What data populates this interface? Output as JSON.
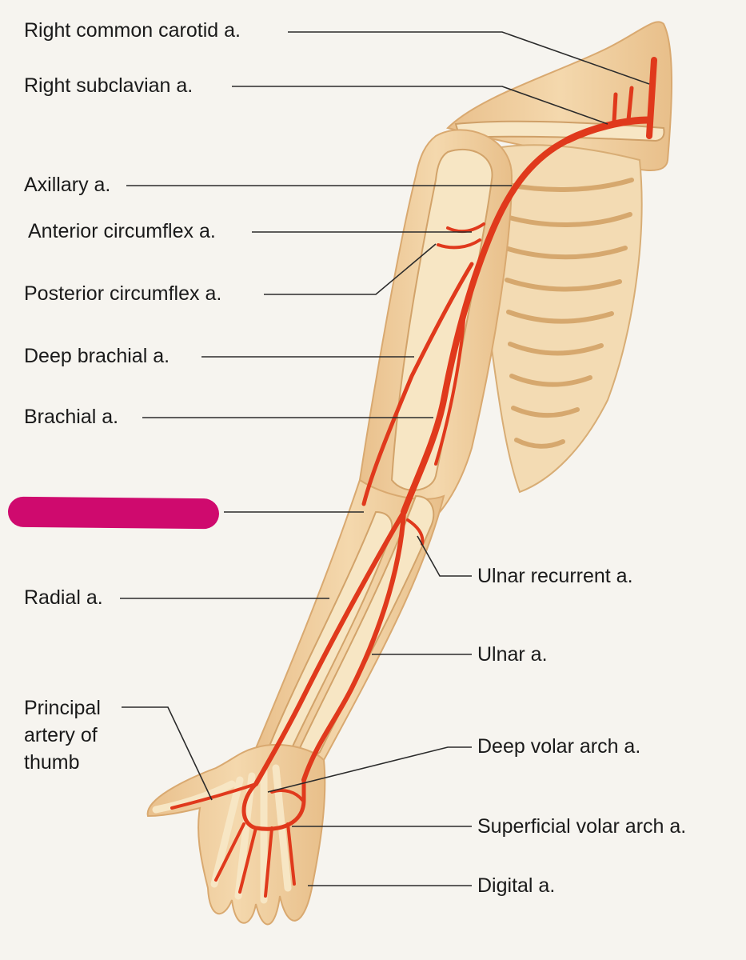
{
  "labels": {
    "right_common_carotid": "Right common carotid a.",
    "right_subclavian": "Right subclavian a.",
    "axillary": "Axillary a.",
    "anterior_circumflex": "Anterior circumflex a.",
    "posterior_circumflex": "Posterior circumflex a.",
    "deep_brachial": "Deep brachial a.",
    "brachial": "Brachial a.",
    "radial": "Radial a.",
    "principal_artery_of_thumb": "Principal artery of thumb",
    "ulnar_recurrent": "Ulnar recurrent a.",
    "ulnar": "Ulnar a.",
    "deep_volar_arch": "Deep volar arch a.",
    "superficial_volar_arch": "Superficial volar arch a.",
    "digital": "Digital a."
  },
  "colors": {
    "artery": "#e0391c",
    "skin": "#f0cf9f",
    "bone": "#f7e6c4",
    "leader": "#2b2b2b",
    "redaction": "#cf0a6e"
  }
}
